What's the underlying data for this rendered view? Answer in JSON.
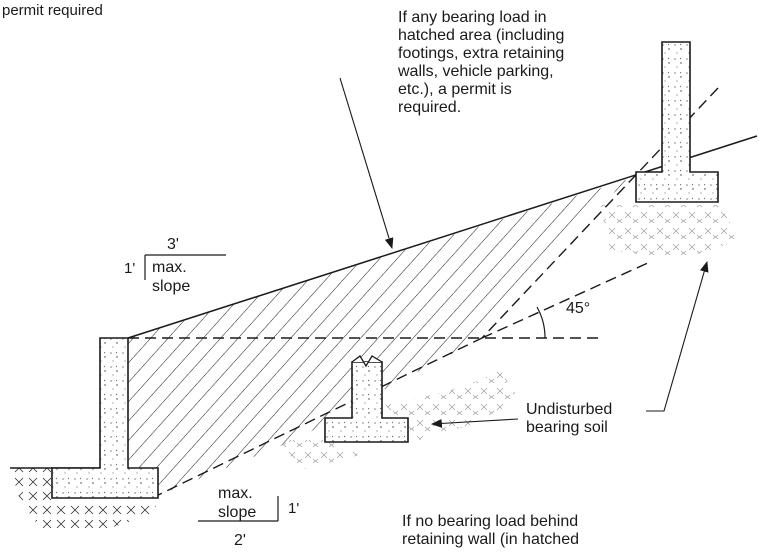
{
  "note_top_left": "permit required",
  "note_permit": [
    "If any bearing load in",
    "hatched area (including",
    "footings, extra retaining",
    "walls, vehicle parking,",
    "etc.), a permit is",
    "required."
  ],
  "upper_slope": {
    "run": "3'",
    "rise": "1'",
    "label_line1": "max.",
    "label_line2": "slope"
  },
  "lower_slope": {
    "run": "2'",
    "rise": "1'",
    "label_line1": "max.",
    "label_line2": "slope"
  },
  "angle_label": "45°",
  "undisturbed_line1": "Undisturbed",
  "undisturbed_line2": "bearing soil",
  "note_bottom": [
    "If no bearing load behind",
    "retaining wall (in hatched"
  ],
  "colors": {
    "ink": "#1a1a1a",
    "background": "#ffffff"
  }
}
